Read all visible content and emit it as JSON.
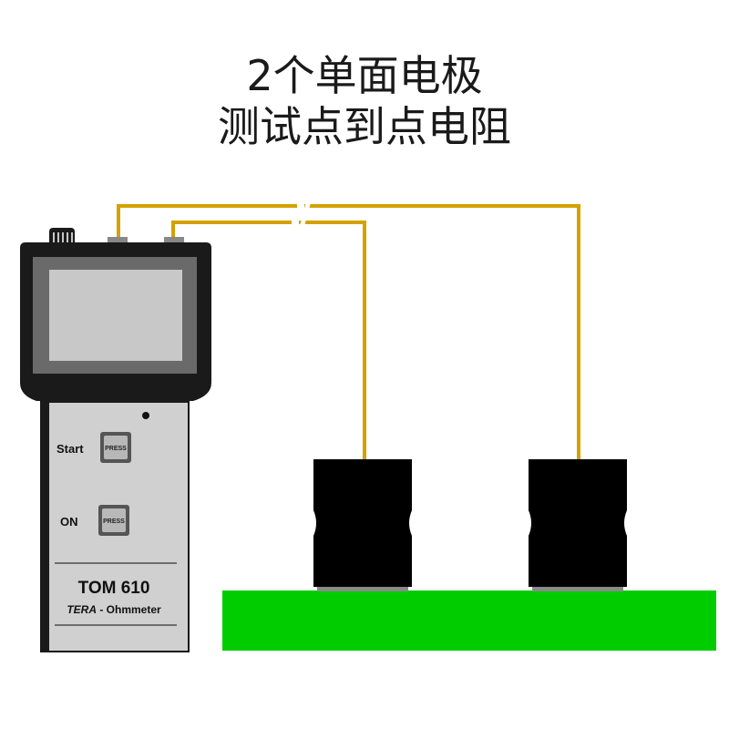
{
  "title": {
    "line1": "2个单面电极",
    "line2": "测试点到点电阻"
  },
  "meter": {
    "start_label": "Start",
    "on_label": "ON",
    "button_text": "PRESS",
    "model": "TOM 610",
    "brand": "TERA",
    "subtitle": " - Ohmmeter"
  },
  "colors": {
    "wire": "#d4a100",
    "surface": "#00cc00",
    "electrode": "#000000",
    "meter_body": "#1a1a1a",
    "meter_panel": "#d0d0d0"
  }
}
